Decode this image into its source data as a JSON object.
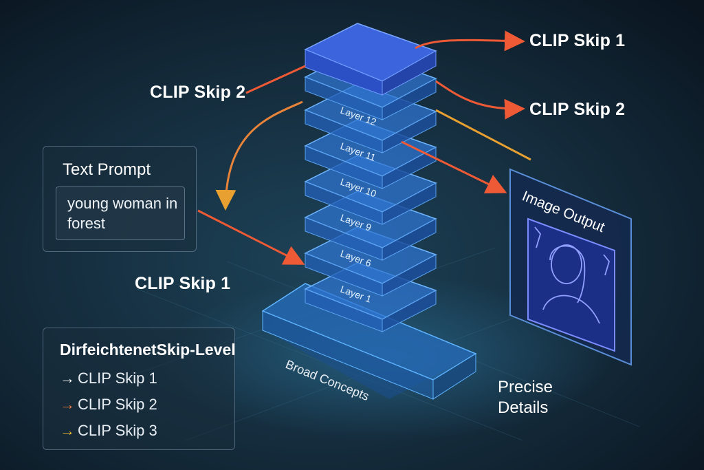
{
  "callouts": {
    "left_skip2": "CLIP Skip 2",
    "left_skip1": "CLIP Skip 1",
    "right_skip1": "CLIP Skip 1",
    "right_skip2": "CLIP Skip 2"
  },
  "text_prompt": {
    "title": "Text Prompt",
    "value": "young woman in forest"
  },
  "layers": [
    "Layer 12",
    "Layer 11",
    "Layer 10",
    "Layer 9",
    "Layer 6",
    "Layer 1"
  ],
  "base_label": "Broad Concepts",
  "precise_label": [
    "Precise",
    "Details"
  ],
  "image_output": {
    "title": "Image Output"
  },
  "legend": {
    "title": "DirfeichtenetSkip-Level",
    "items": [
      {
        "label": "CLIP Skip 1",
        "color": "#ffffff"
      },
      {
        "label": "CLIP Skip 2",
        "color": "#f07b3a"
      },
      {
        "label": "CLIP Skip 3",
        "color": "#e8b030"
      }
    ]
  },
  "colors": {
    "background": "#0d1a26",
    "layer_fill": "#2f6fd4",
    "top_layer": "#3a5ed8",
    "arrow_orange": "#ee5a35",
    "arrow_yellow": "#e8b030"
  }
}
